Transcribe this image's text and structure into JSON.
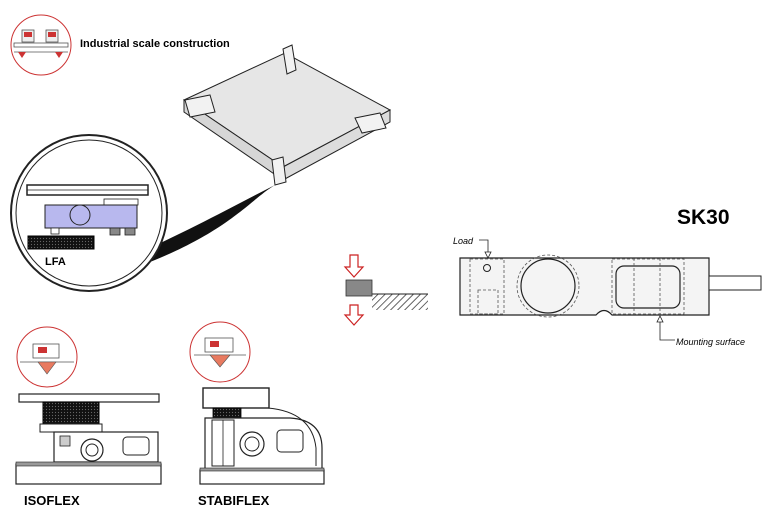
{
  "header": {
    "title": "Industrial scale construction"
  },
  "product": {
    "name": "SK30"
  },
  "load_cell": {
    "load_label": "Load",
    "mounting_label": "Mounting surface"
  },
  "mounts": [
    {
      "label": "LFA"
    },
    {
      "label": "ISOFLEX"
    },
    {
      "label": "STABIFLEX"
    }
  ],
  "colors": {
    "platform": "#e6e6e6",
    "badge_ring": "#cc3333",
    "arrow_red": "#cc2222",
    "cell_blue": "#b8b8ee",
    "dark": "#1a1a1a",
    "load_cell_body": "#efefef"
  }
}
